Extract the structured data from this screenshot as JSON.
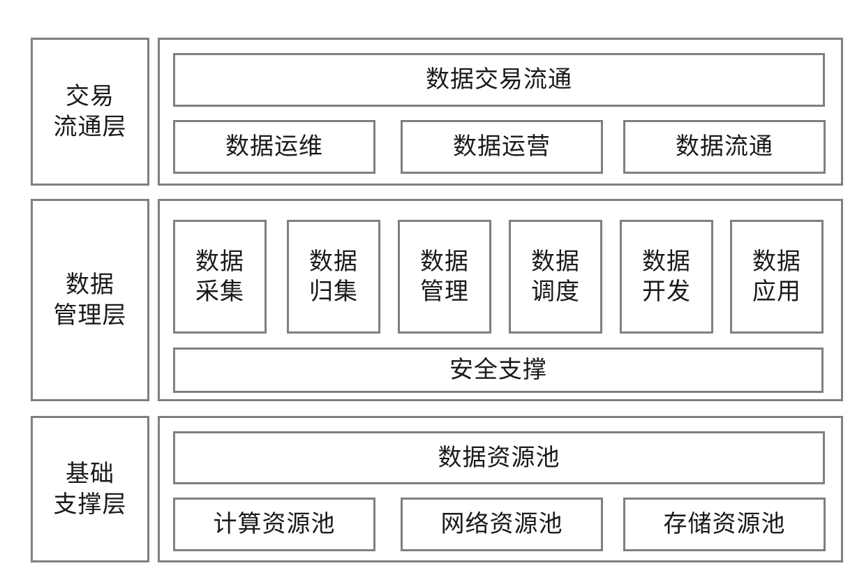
{
  "layers": [
    {
      "title": "交易\n流通层",
      "top_bar": "数据交易流通",
      "items": [
        "数据运维",
        "数据运营",
        "数据流通"
      ]
    },
    {
      "title": "数据\n管理层",
      "modules": [
        "数据\n采集",
        "数据\n归集",
        "数据\n管理",
        "数据\n调度",
        "数据\n开发",
        "数据\n应用"
      ],
      "bottom_bar": "安全支撑"
    },
    {
      "title": "基础\n支撑层",
      "top_bar": "数据资源池",
      "items": [
        "计算资源池",
        "网络资源池",
        "存储资源池"
      ]
    }
  ]
}
